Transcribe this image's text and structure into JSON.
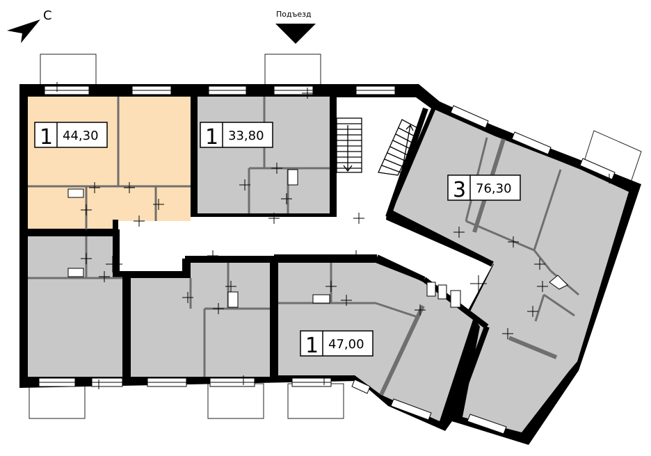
{
  "compass": {
    "letter": "С",
    "icon": "north-arrow-icon"
  },
  "entrance": {
    "label": "Подъезд",
    "icon": "entrance-arrow-icon"
  },
  "colors": {
    "wall": "#000000",
    "room": "#c8c8c8",
    "selected_apartment": "#fcdfb6",
    "corridor": "#ffffff",
    "inner_wall": "#6f6f6f"
  },
  "apartments": [
    {
      "rooms": "1",
      "area": "44,30",
      "selected": true
    },
    {
      "rooms": "1",
      "area": "33,80",
      "selected": false
    },
    {
      "rooms": "3",
      "area": "76,30",
      "selected": false
    },
    {
      "rooms": "1",
      "area": "47,00",
      "selected": false
    }
  ]
}
